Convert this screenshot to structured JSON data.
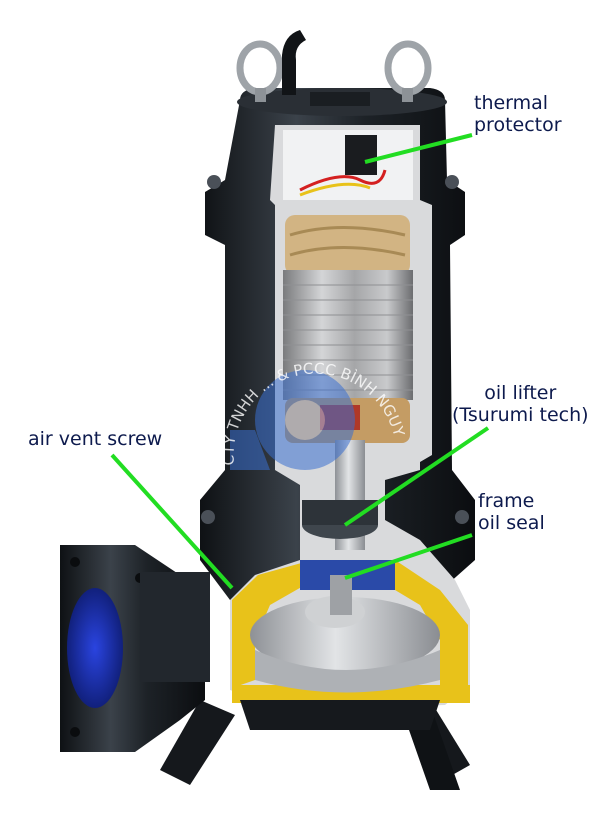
{
  "labels": {
    "thermal_protector": [
      "thermal",
      "protector"
    ],
    "oil_lifter": [
      "oil lifter",
      "(Tsurumi tech)"
    ],
    "air_vent_screw": [
      "air vent screw"
    ],
    "frame_oil_seal": [
      "frame",
      "oil seal"
    ]
  },
  "watermark": {
    "text": "CTY TNHH ... & PCCC BÌNH NGUYÊN"
  },
  "colors": {
    "leader_line": "#22dd22",
    "pump_body": "#1b1f24",
    "pump_highlight": "#3a4048",
    "cutaway_yellow": "#e8c21a",
    "impeller_silver": "#b9bcc0",
    "outlet_blue": "#1f33c4",
    "stator_silver": "#a8a9ab",
    "winding_tan": "#d2b483",
    "label_text": "#0d1a4d",
    "watermark_blue": "#3a6fd0"
  }
}
